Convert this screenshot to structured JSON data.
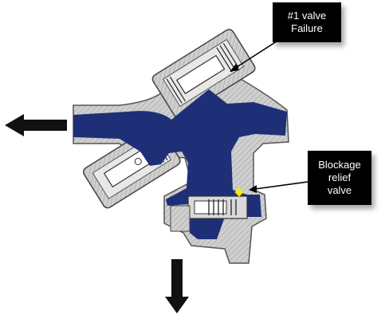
{
  "callouts": {
    "valve_failure": {
      "line1": "#1 valve",
      "line2": "Failure"
    },
    "blockage_relief": {
      "line1": "Blockage",
      "line2": "relief",
      "line3": "valve"
    }
  },
  "colors": {
    "water": "#1e2f78",
    "metal": "#c9c9c9",
    "metal_dark": "#6b6b6b",
    "arrow": "#111111",
    "indicator": "#ffe600",
    "callout_bg": "#000000",
    "callout_text": "#ffffff"
  },
  "flow_arrows": [
    "left-outlet-arrow",
    "down-discharge-arrow"
  ]
}
